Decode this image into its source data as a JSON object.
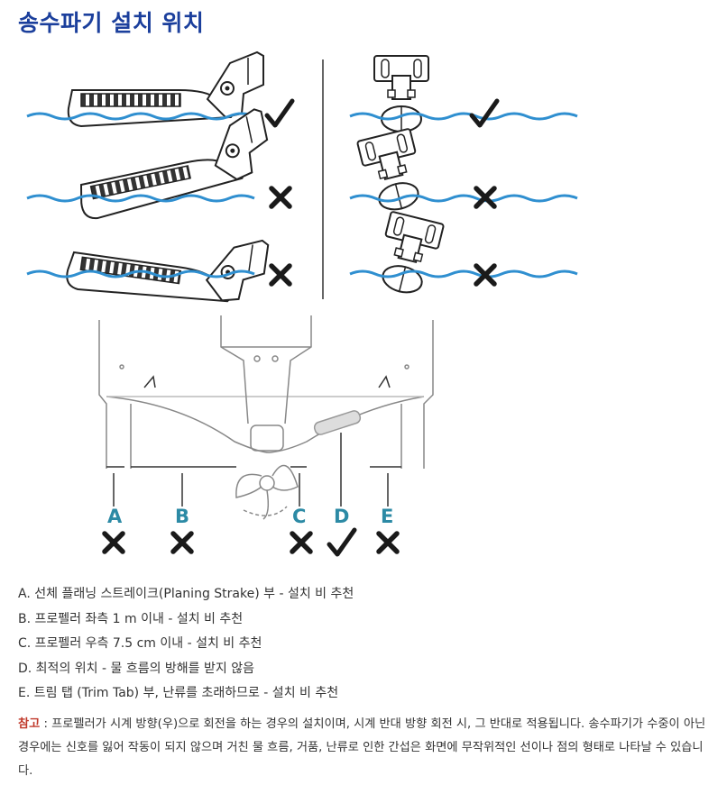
{
  "page": {
    "title": "송수파기 설치 위치"
  },
  "labels": [
    "A",
    "B",
    "C",
    "D",
    "E"
  ],
  "list": [
    "A. 선체 플래닝 스트레이크(Planing Strake) 부 - 설치 비 추천",
    "B. 프로펠러 좌측 1 m 이내 - 설치 비 추천",
    "C. 프로펠러 우측 7.5 cm 이내 - 설치 비 추천",
    "D. 최적의 위치 - 물 흐름의 방해를 받지 않음",
    "E. 트림 탭 (Trim Tab) 부, 난류를 초래하므로 - 설치 비 추천"
  ],
  "note": {
    "label": "참고",
    "sep": " : ",
    "text": "프로펠러가 시계 방향(우)으로 회전을 하는 경우의 설치이며, 시계 반대 방향 회전 시, 그 반대로 적용됩니다. 송수파기가 수중이 아닌 경우에는 신호를 잃어 작동이 되지 않으며 거친 물 흐름, 거품, 난류로 인한 간섭은 화면에 무작위적인 선이나 점의 형태로 나타날 수 있습니다."
  },
  "colors": {
    "title": "#1b3f9c",
    "water": "#2f8fd0",
    "label": "#2c8aa5",
    "note_label": "#c0392b"
  }
}
